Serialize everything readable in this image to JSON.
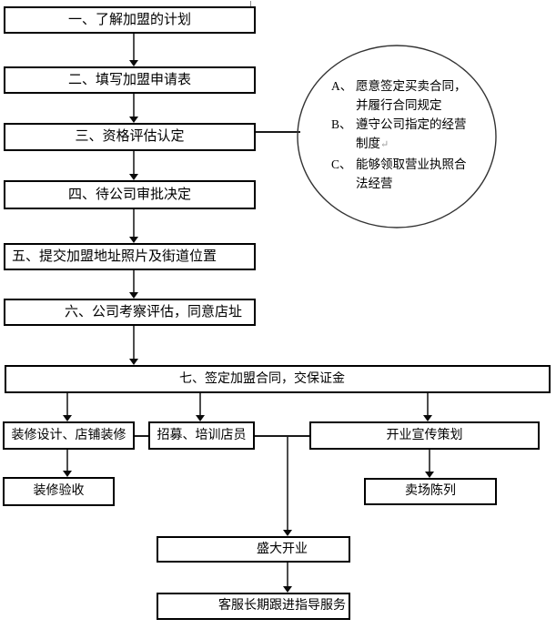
{
  "flow": {
    "main_steps": [
      "一、了解加盟的计划",
      "二、填写加盟申请表",
      "三、资格评估认定",
      "四、待公司审批决定",
      "五、提交加盟地址照片及街道位置",
      "六、公司考察评估，同意店址",
      "七、签定加盟合同，交保证金"
    ],
    "branch_steps": {
      "decoration": "装修设计、店铺装修",
      "recruitment": "招募、培训店员",
      "promotion": "开业宣传策划"
    },
    "sub_steps": {
      "acceptance": "装修验收",
      "display": "卖场陈列"
    },
    "final_steps": {
      "grand_opening": "盛大开业",
      "service": "客服长期跟进指导服务"
    }
  },
  "qualification_circle": {
    "lines": [
      {
        "label": "A、",
        "text": "愿意签定买卖合同，"
      },
      {
        "label": "",
        "text": "并履行合同规定"
      },
      {
        "label": "B、",
        "text": "遵守公司指定的经营"
      },
      {
        "label": "",
        "text": "制度"
      },
      {
        "label": "C、",
        "text": "能够领取营业执照合"
      },
      {
        "label": "",
        "text": "法经营"
      }
    ],
    "return_mark": "↵"
  },
  "colors": {
    "line": "#000000",
    "arrow_shaft": "#4d4d4d",
    "background": "#ffffff"
  }
}
